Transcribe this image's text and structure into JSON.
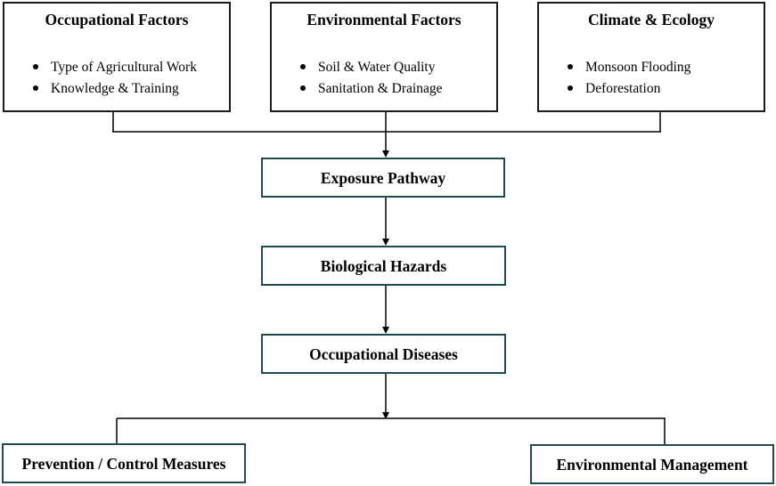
{
  "top_boxes": [
    {
      "title": "Occupational Factors",
      "items": [
        "Type of Agricultural Work",
        "Knowledge & Training"
      ]
    },
    {
      "title": "Environmental Factors",
      "items": [
        "Soil & Water Quality",
        "Sanitation & Drainage"
      ]
    },
    {
      "title": "Climate & Ecology",
      "items": [
        "Monsoon Flooding",
        "Deforestation"
      ]
    }
  ],
  "flow": {
    "exposure": "Exposure Pathway",
    "hazards": "Biological Hazards",
    "diseases": "Occupational Diseases"
  },
  "outcomes": {
    "prevention": "Prevention / Control Measures",
    "environmental": "Environmental Management"
  },
  "colors": {
    "box_border_dark": "#1a1a1a",
    "box_border_teal": "#1f4b55",
    "line": "#000000"
  }
}
